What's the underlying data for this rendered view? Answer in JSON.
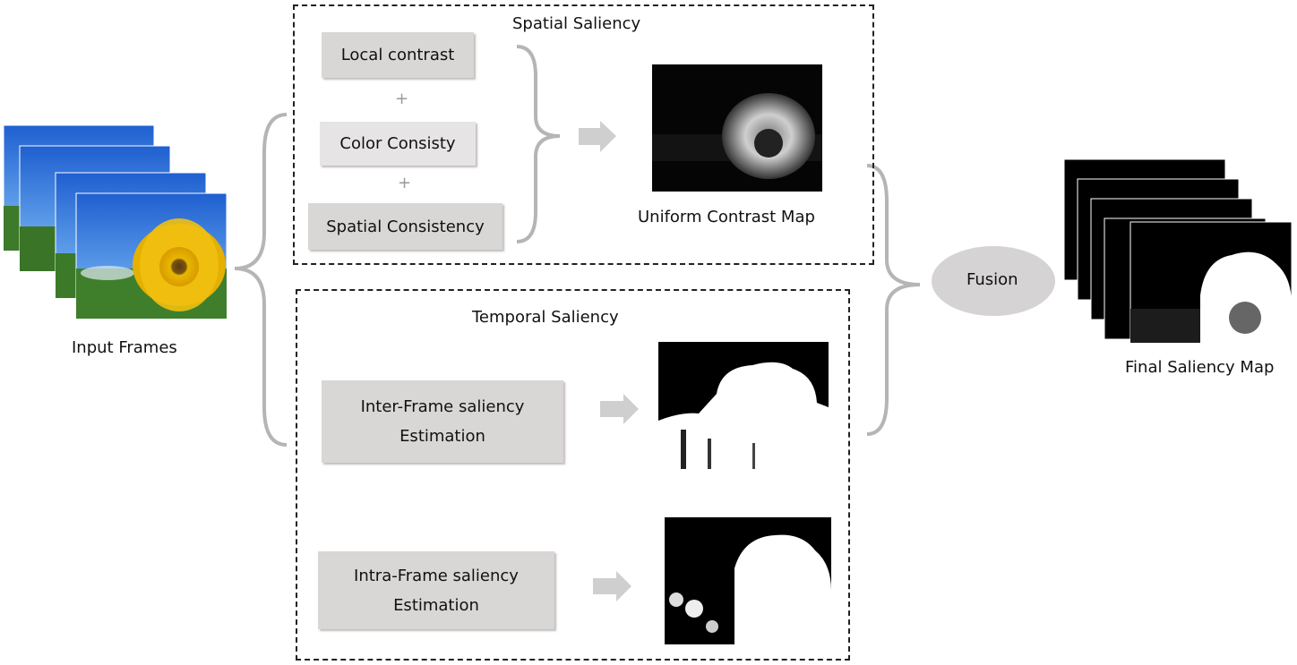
{
  "input": {
    "label": "Input Frames"
  },
  "spatial": {
    "title": "Spatial Saliency",
    "components": [
      "Local contrast",
      "Color Consisty",
      "Spatial Consistency"
    ],
    "plus": "+",
    "output_label": "Uniform Contrast  Map"
  },
  "temporal": {
    "title": "Temporal Saliency",
    "inter": {
      "line1": "Inter-Frame saliency",
      "line2": "Estimation"
    },
    "intra": {
      "line1": "Intra-Frame saliency",
      "line2": "Estimation"
    }
  },
  "fusion": {
    "label": "Fusion"
  },
  "output": {
    "label": "Final Saliency Map"
  }
}
